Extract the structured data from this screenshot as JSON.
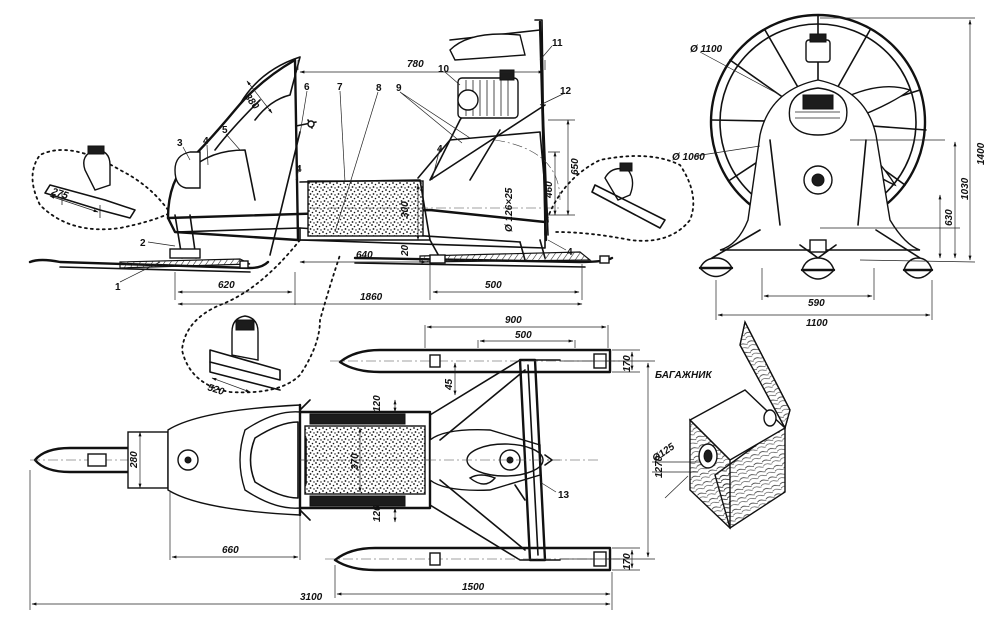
{
  "labels": {
    "trunk_title": "БАГАЖНИК",
    "parts": [
      "1",
      "2",
      "3",
      "4",
      "5",
      "6",
      "7",
      "8",
      "9",
      "10",
      "11",
      "12",
      "13"
    ],
    "part_4_repeat": "4"
  },
  "dimensions": {
    "d_380": "380",
    "d_780": "780",
    "d_275": "275",
    "d_620": "620",
    "d_1860": "1860",
    "d_640": "640",
    "d_500_side": "500",
    "d_300": "300",
    "d_20": "20",
    "d_pipe": "Ø 126×25",
    "d_460": "460",
    "d_650": "650",
    "d_520": "520",
    "d_d1100": "Ø 1100",
    "d_d1060": "Ø 1060",
    "d_1400": "1400",
    "d_1030": "1030",
    "d_630": "630",
    "d_590": "590",
    "d_1100": "1100",
    "d_900": "900",
    "d_500_top": "500",
    "d_45": "45",
    "d_170_a": "170",
    "d_170_b": "170",
    "d_1270": "1270",
    "d_120_a": "120",
    "d_120_b": "120",
    "d_370": "370",
    "d_280": "280",
    "d_660": "660",
    "d_1500": "1500",
    "d_3100": "3100",
    "d_d125": "Ø125"
  }
}
